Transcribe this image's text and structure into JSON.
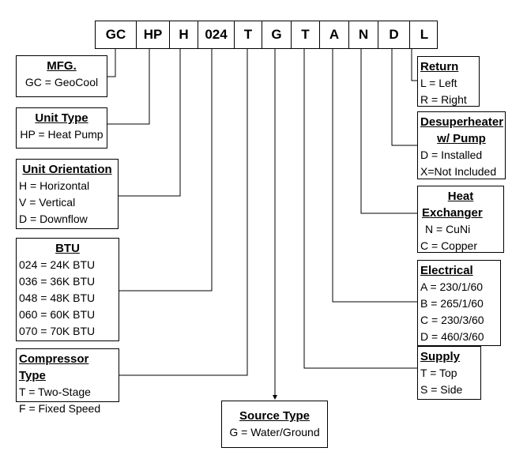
{
  "code": [
    "GC",
    "HP",
    "H",
    "024",
    "T",
    "G",
    "T",
    "A",
    "N",
    "D",
    "L"
  ],
  "boxes": {
    "mfg": {
      "title": "MFG.",
      "lines": [
        "GC = GeoCool"
      ]
    },
    "unit_type": {
      "title": "Unit Type",
      "lines": [
        "HP = Heat Pump"
      ]
    },
    "unit_orientation": {
      "title": "Unit Orientation",
      "lines": [
        "H = Horizontal",
        "V = Vertical",
        "D = Downflow"
      ]
    },
    "btu": {
      "title": "BTU",
      "lines": [
        "024 = 24K BTU",
        "036 = 36K BTU",
        "048 = 48K BTU",
        "060 = 60K BTU",
        "070 = 70K BTU"
      ]
    },
    "compressor_type": {
      "title": "Compressor Type",
      "lines": [
        "T = Two-Stage",
        "F = Fixed Speed"
      ]
    },
    "source_type": {
      "title": "Source Type",
      "lines": [
        "G = Water/Ground"
      ]
    },
    "return": {
      "title": "Return",
      "lines": [
        "L = Left",
        "R = Right"
      ]
    },
    "desuperheater": {
      "title_line1": "Desuperheater",
      "title_line2": "w/ Pump",
      "lines": [
        "D = Installed",
        "X=Not Included"
      ]
    },
    "heat_exchanger": {
      "title_line1": "Heat",
      "title_line2": "Exchanger",
      "lines": [
        "N = CuNi",
        "C = Copper"
      ]
    },
    "electrical": {
      "title": "Electrical",
      "lines": [
        "A = 230/1/60",
        "B = 265/1/60",
        "C = 230/3/60",
        "D = 460/3/60"
      ]
    },
    "supply": {
      "title": "Supply",
      "lines": [
        "T = Top",
        "S = Side"
      ]
    }
  }
}
